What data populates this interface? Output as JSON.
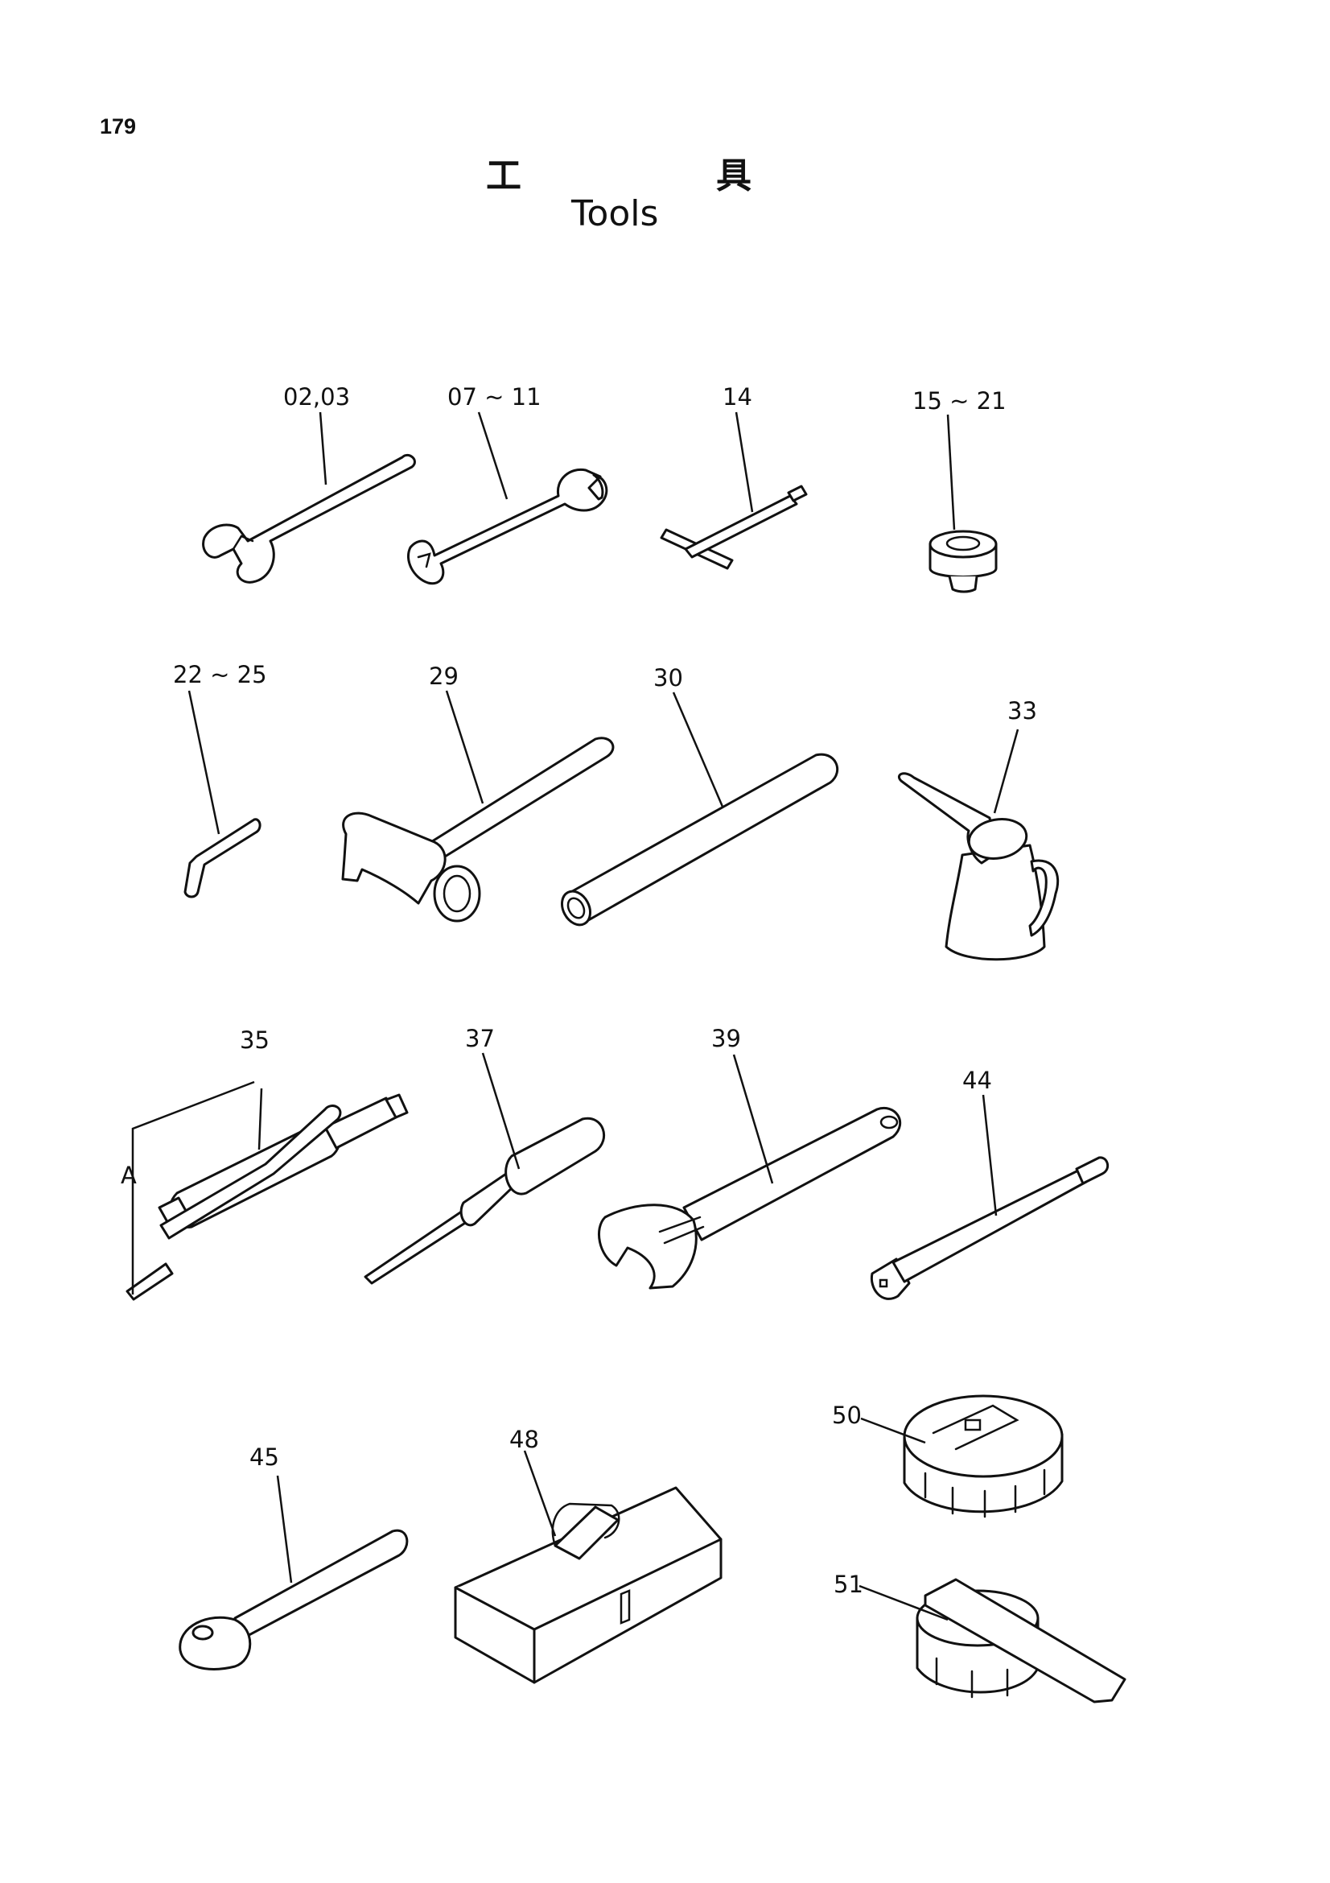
{
  "page_number": "179",
  "title": {
    "jp_1": "工",
    "jp_2": "具",
    "en": "Tools"
  },
  "parts": [
    {
      "id": "p1",
      "label": "02,03",
      "icon": "open-end-wrench-icon"
    },
    {
      "id": "p2",
      "label": "07 ~ 11",
      "icon": "double-open-end-wrench-icon"
    },
    {
      "id": "p3",
      "label": "14",
      "icon": "t-handle-wrench-icon"
    },
    {
      "id": "p4",
      "label": "15 ~ 21",
      "icon": "socket-icon"
    },
    {
      "id": "p5",
      "label": "22 ~ 25",
      "icon": "hex-key-icon"
    },
    {
      "id": "p6",
      "label": "29",
      "icon": "hammer-icon"
    },
    {
      "id": "p7",
      "label": "30",
      "icon": "pipe-icon"
    },
    {
      "id": "p8",
      "label": "33",
      "icon": "oil-can-icon"
    },
    {
      "id": "p9",
      "label": "35",
      "icon": "grease-gun-icon",
      "sub_label": "A"
    },
    {
      "id": "p10",
      "label": "37",
      "icon": "screwdriver-icon"
    },
    {
      "id": "p11",
      "label": "39",
      "icon": "adjustable-wrench-icon"
    },
    {
      "id": "p12",
      "label": "44",
      "icon": "extension-bar-icon"
    },
    {
      "id": "p13",
      "label": "45",
      "icon": "ratchet-handle-icon"
    },
    {
      "id": "p14",
      "label": "48",
      "icon": "tool-box-icon"
    },
    {
      "id": "p15",
      "label": "50",
      "icon": "filter-cap-wrench-icon"
    },
    {
      "id": "p16",
      "label": "51",
      "icon": "filter-cap-wrench-with-bar-icon"
    }
  ]
}
